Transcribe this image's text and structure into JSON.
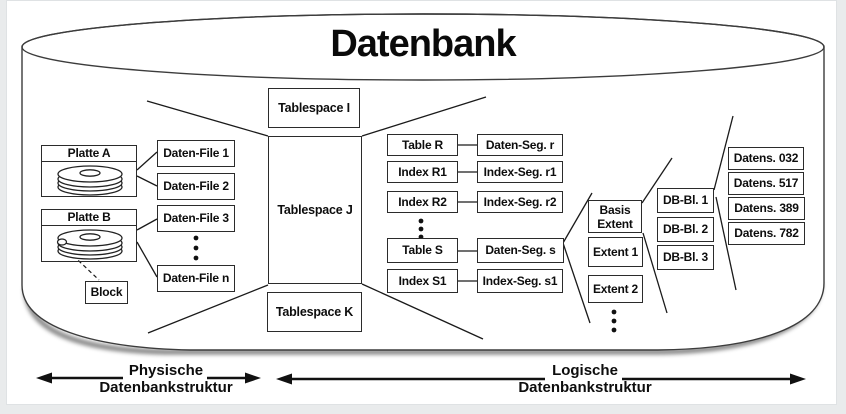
{
  "title": "Datenbank",
  "physical": {
    "disk_a": "Platte A",
    "disk_b": "Platte B",
    "block": "Block",
    "files": [
      "Daten-File 1",
      "Daten-File 2",
      "Daten-File 3",
      "Daten-File n"
    ]
  },
  "tablespaces": [
    "Tablespace I",
    "Tablespace J",
    "Tablespace K"
  ],
  "tables": [
    "Table R",
    "Index R1",
    "Index R2",
    "Table S",
    "Index S1"
  ],
  "segments": [
    "Daten-Seg. r",
    "Index-Seg. r1",
    "Index-Seg. r2",
    "Daten-Seg. s",
    "Index-Seg. s1"
  ],
  "extents": [
    "Basis Extent",
    "Extent 1",
    "Extent 2"
  ],
  "db_blocks": [
    "DB-Bl. 1",
    "DB-Bl. 2",
    "DB-Bl. 3"
  ],
  "records": [
    "Datens. 032",
    "Datens. 517",
    "Datens. 389",
    "Datens. 782"
  ],
  "legend": {
    "physical_line1": "Physische",
    "physical_line2": "Datenbankstruktur",
    "logical_line1": "Logische",
    "logical_line2": "Datenbankstruktur"
  },
  "colors": {
    "line": "#1a1a1a",
    "box_border": "#2b2b2b",
    "background": "#e9ebec",
    "canvas": "#ffffff"
  }
}
